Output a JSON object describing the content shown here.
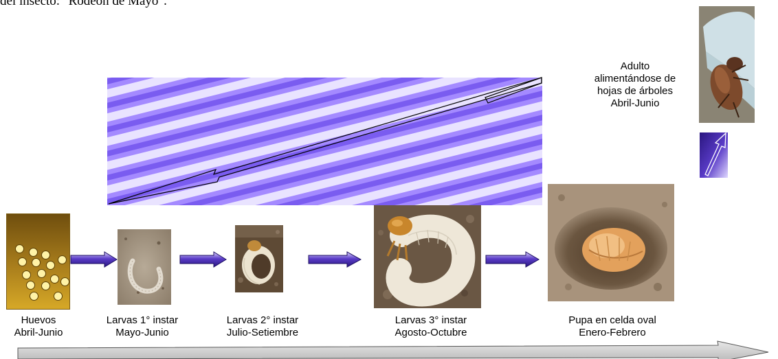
{
  "heading": "del insecto: \"Rodeón de Mayo\".",
  "stages": [
    {
      "id": "huevos",
      "line1": "Huevos",
      "line2": "Abril-Junio"
    },
    {
      "id": "larva1",
      "line1": "Larvas 1° instar",
      "line2": "Mayo-Junio"
    },
    {
      "id": "larva2",
      "line1": "Larvas 2° instar",
      "line2": "Julio-Setiembre"
    },
    {
      "id": "larva3",
      "line1": "Larvas 3° instar",
      "line2": "Agosto-Octubre"
    },
    {
      "id": "pupa",
      "line1": "Pupa en celda oval",
      "line2": "Enero-Febrero"
    }
  ],
  "adult": {
    "lines": [
      "Adulto",
      "alimentándose de",
      "hojas de árboles",
      "Abril-Junio"
    ]
  },
  "colors": {
    "arrow_fill": "#4b2fa8",
    "arrow_light": "#d8d0ff",
    "band_light": "#c8b8ff",
    "band_dark": "#7a5cf0",
    "timeline_arrow": "#c8c8c8",
    "egg_box_top": "#6f4e0e",
    "egg_box_bottom": "#d6a827"
  }
}
